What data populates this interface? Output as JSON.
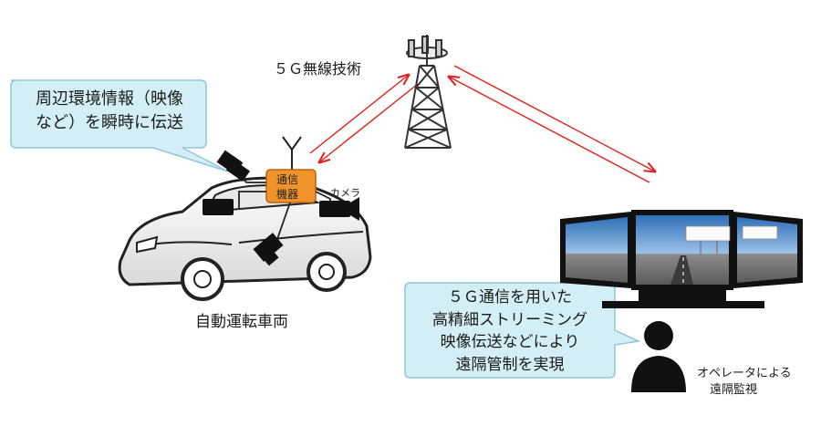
{
  "labels": {
    "wireless": "５Ｇ無線技術",
    "camera": "カメラ",
    "device_line1": "通信",
    "device_line2": "機器",
    "car": "自動運転車両",
    "operator_line1": "オペレータによる",
    "operator_line2": "遠隔監視"
  },
  "callouts": {
    "left": [
      "周辺環境情報（映像",
      "など）を瞬時に伝送"
    ],
    "right": [
      "５Ｇ通信を用いた",
      "高精細ストリーミング",
      "映像伝送などにより",
      "遠隔管制を実現"
    ]
  },
  "colors": {
    "callout_fill": "#d4eef6",
    "callout_border": "#8fc7da",
    "device_fill": "#f0932b",
    "arrow": "#e0201b",
    "tower": "#333333",
    "silhouette": "#111111"
  }
}
